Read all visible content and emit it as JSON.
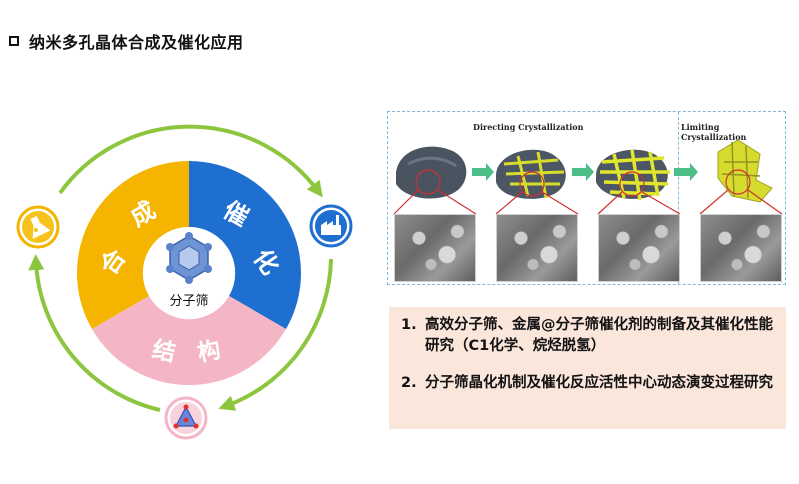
{
  "header": {
    "title": "纳米多孔晶体合成及催化应用"
  },
  "wheel": {
    "left_top_chars": [
      "合",
      "成"
    ],
    "right_top_chars": [
      "催",
      "化"
    ],
    "bottom_chars": [
      "结",
      "构"
    ],
    "center_label": "分子筛",
    "colors": {
      "left": "#f5b400",
      "right": "#1e6fd0",
      "bottom": "#f4b6c5",
      "ring": "#8cc63f"
    }
  },
  "icons": {
    "left": "flask-icon",
    "right": "factory-icon",
    "bottom": "crystal-structure-icon",
    "center": "zeolite-molecule-icon"
  },
  "panel": {
    "directing_label": "Directing Crystallization",
    "limiting_label": "Limiting Crystallization"
  },
  "items": [
    {
      "num": "1.",
      "text": "高效分子筛、金属@分子筛催化剂的制备及其催化性能研究（C1化学、烷烃脱氢）"
    },
    {
      "num": "2.",
      "text": "分子筛晶化机制及催化反应活性中心动态演变过程研究"
    }
  ]
}
